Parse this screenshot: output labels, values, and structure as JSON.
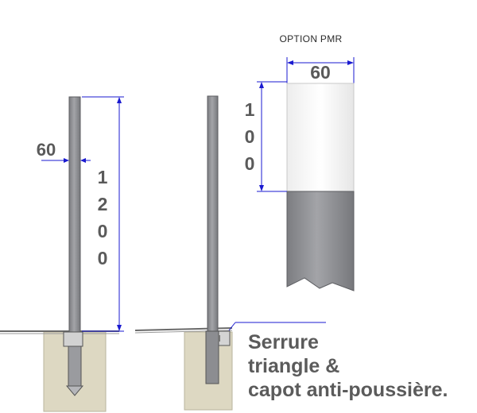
{
  "option_title": "OPTION PMR",
  "dims": {
    "post_width": "60",
    "post_height_digits": [
      "1",
      "2",
      "0",
      "0"
    ],
    "pmr_width": "60",
    "pmr_height_digits": [
      "1",
      "0",
      "0"
    ]
  },
  "callout_lines": [
    "Serrure",
    "triangle &",
    "capot anti-poussière."
  ],
  "colors": {
    "post": "#8e8f93",
    "post_dark": "#6e6f73",
    "concrete": "#ddd8c2",
    "dimension_line": "#1a1ad0",
    "text": "#5b5b5b"
  }
}
